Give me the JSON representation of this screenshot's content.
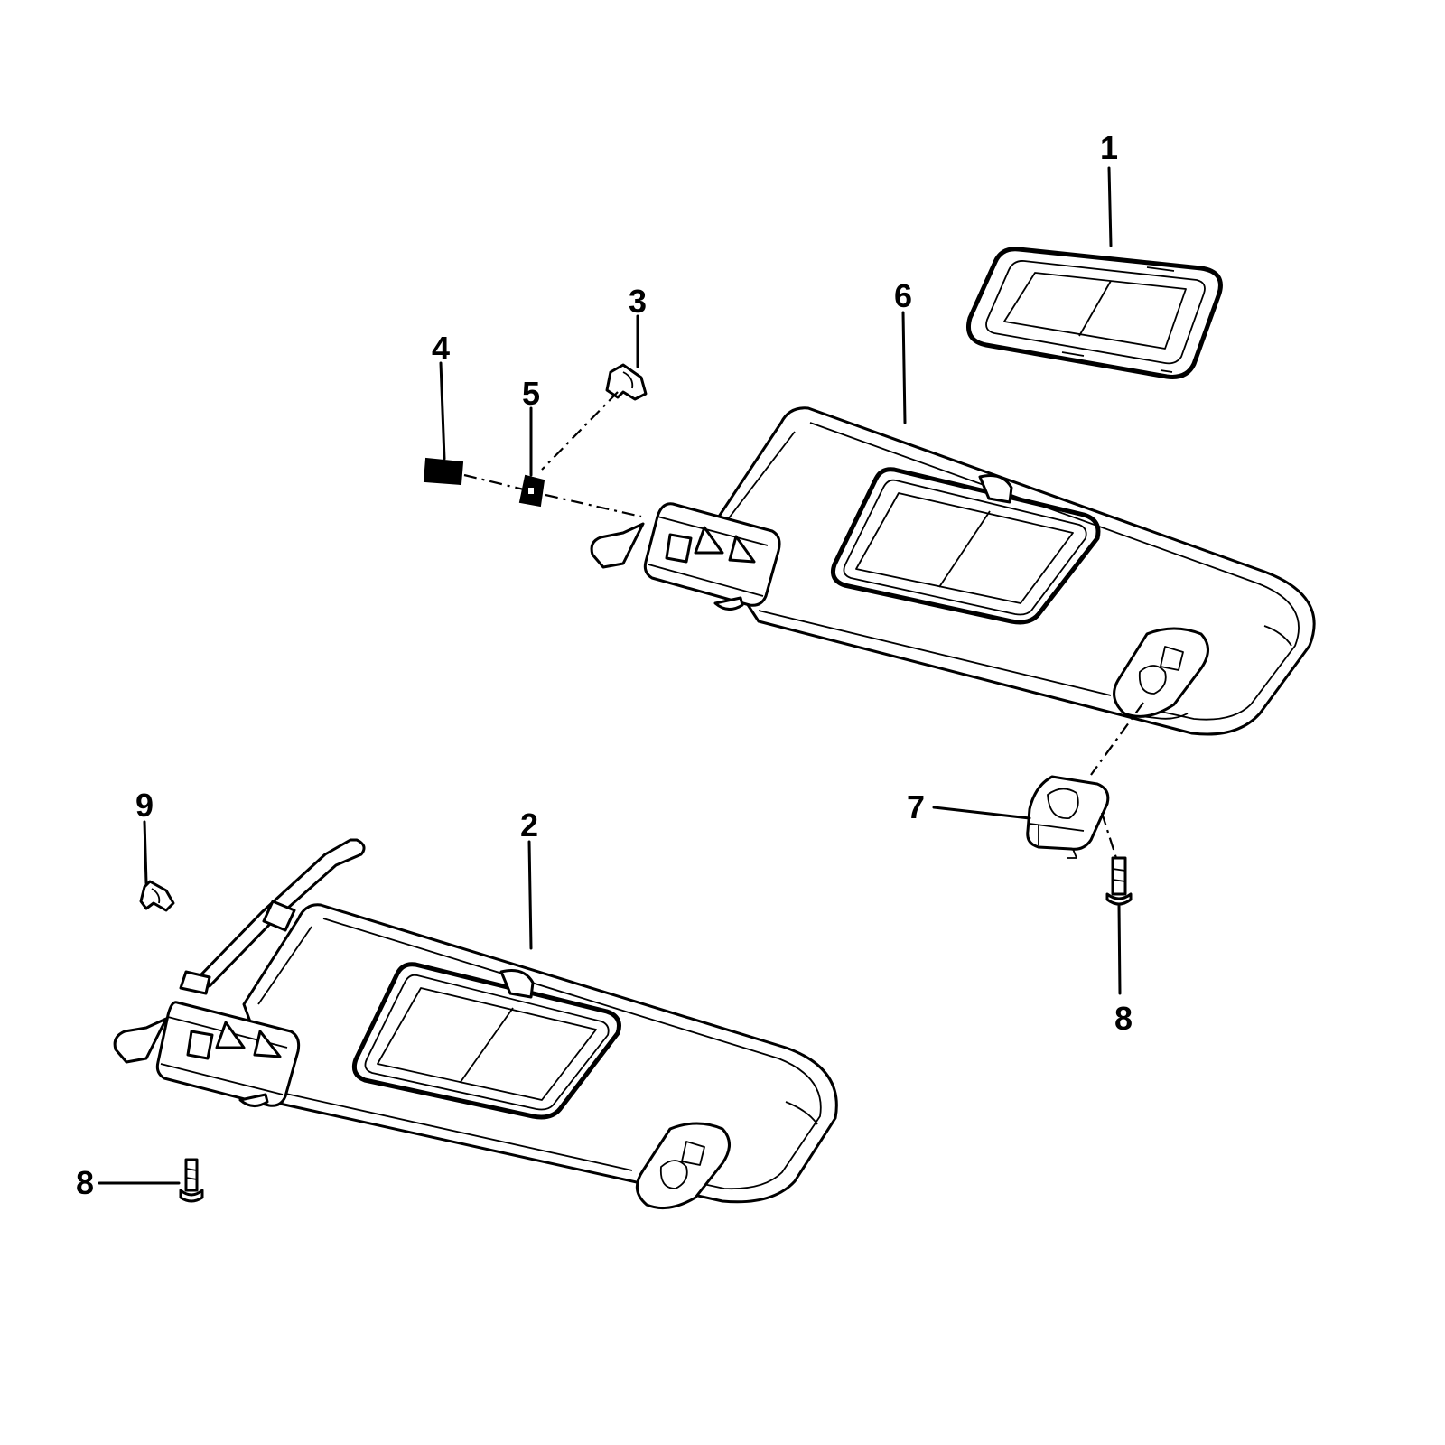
{
  "callouts": {
    "c1": "1",
    "c2": "2",
    "c3": "3",
    "c4": "4",
    "c5": "5",
    "c6": "6",
    "c7": "7",
    "c8a": "8",
    "c8b": "8",
    "c9": "9"
  },
  "colors": {
    "line": "#000000",
    "background": "#ffffff"
  }
}
